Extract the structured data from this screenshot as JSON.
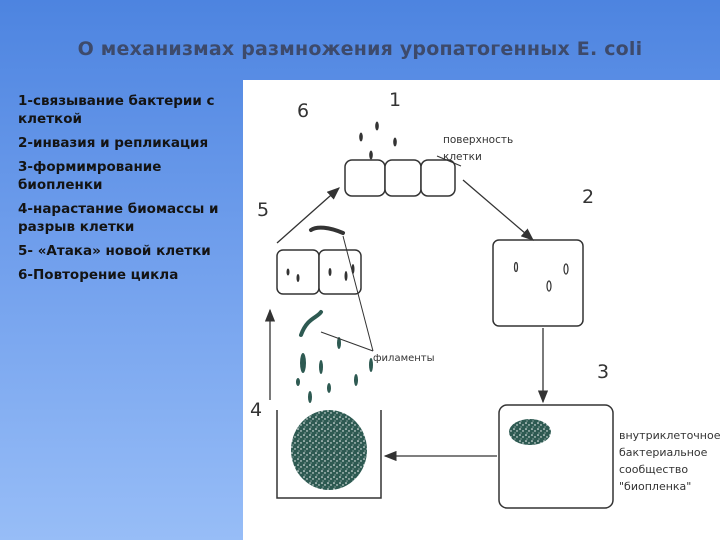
{
  "slide": {
    "title": "О механизмах размножения уропатогенных E. coli",
    "steps": [
      "1-связывание бактерии с клеткой",
      "2-инвазия и репликация",
      "3-формимрование биопленки",
      "4-нарастание  биомассы и разрыв клетки",
      "5- «Атака» новой клетки",
      "6-Повторение цикла"
    ]
  },
  "diagram": {
    "stage_numbers": [
      "1",
      "2",
      "3",
      "4",
      "5",
      "6"
    ],
    "label_surface": [
      "поверхность",
      "клетки"
    ],
    "label_filaments": "филаменты",
    "label_community": [
      "внутриклеточное",
      "бактериальное",
      "сообщество",
      "\"биопленка\""
    ]
  }
}
